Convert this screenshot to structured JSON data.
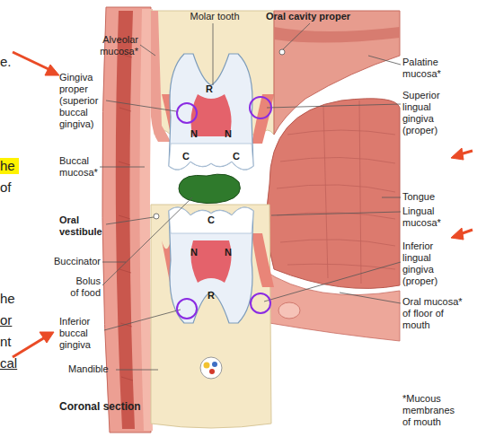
{
  "diagram": {
    "labels": [
      "Molar tooth",
      "Oral cavity proper",
      "Alveolar mucosa*",
      "Palatine mucosa*",
      "Gingiva proper (superior buccal gingiva)",
      "Superior lingual gingiva (proper)",
      "Buccal mucosa*",
      "Tongue",
      "Lingual mucosa*",
      "Oral vestibule",
      "Inferior lingual gingiva (proper)",
      "Buccinator",
      "Bolus of food",
      "Oral mucosa* of floor of mouth",
      "Inferior buccal gingiva",
      "Mandible",
      "*Mucous membranes of mouth",
      "Coronal section",
      "R",
      "N",
      "N",
      "C",
      "C",
      "C",
      "N",
      "N",
      "R",
      "e.",
      "he",
      "of",
      "he",
      "or",
      "nt",
      "cal"
    ]
  }
}
